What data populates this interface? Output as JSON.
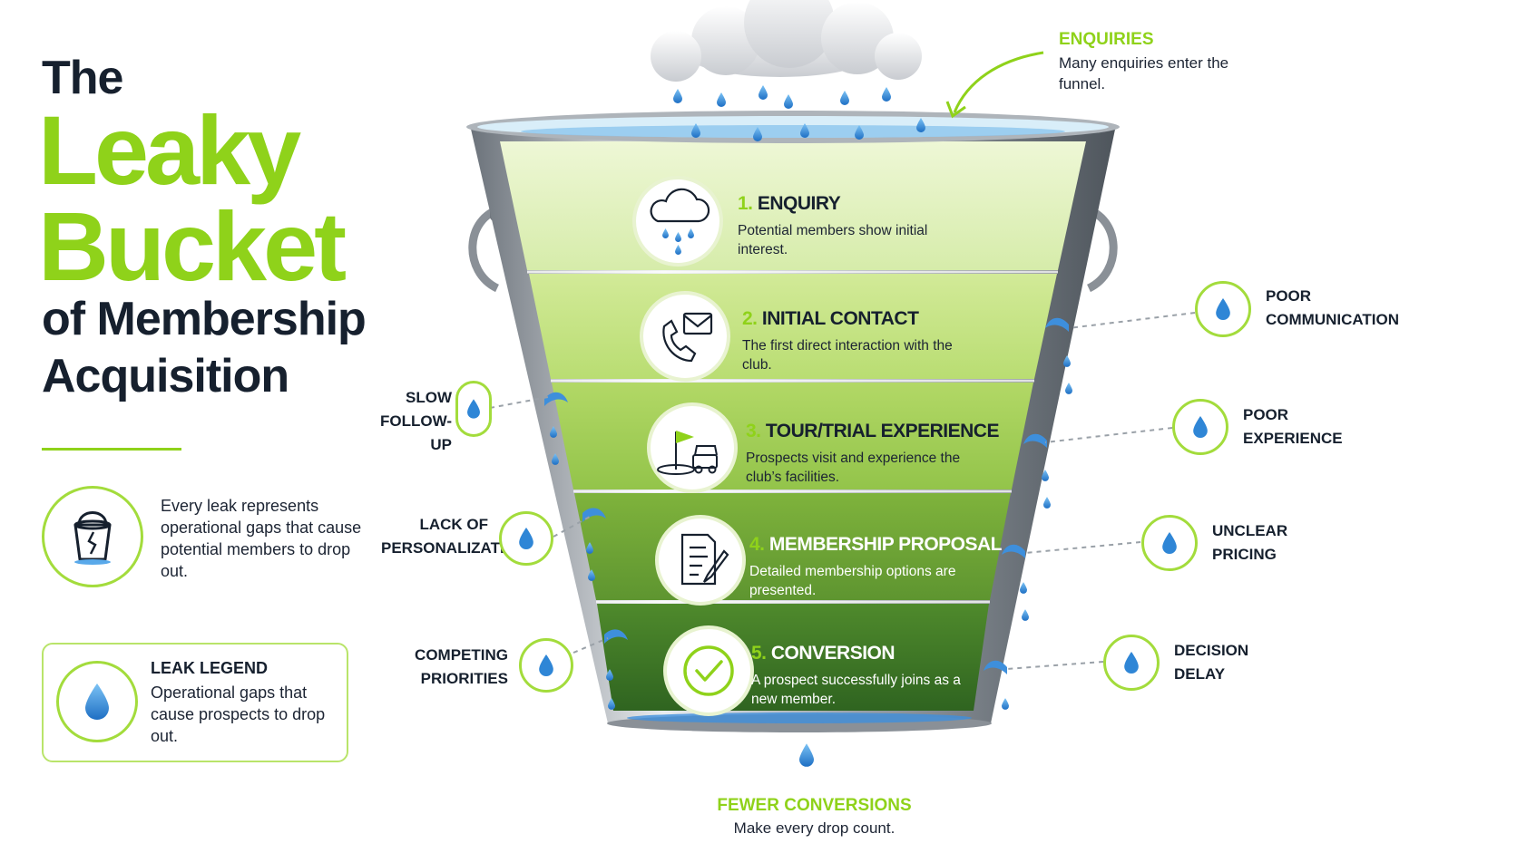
{
  "title": {
    "line1": "The",
    "line2": "Leaky",
    "line3": "Bucket",
    "line4": "of Membership",
    "line5": "Acquisition"
  },
  "info": {
    "text": "Every leak represents operational gaps that cause potential members to drop out."
  },
  "legend": {
    "title": "LEAK LEGEND",
    "text": "Operational gaps that cause prospects to drop out."
  },
  "enquiries": {
    "title": "ENQUIRIES",
    "text": "Many enquiries enter the funnel."
  },
  "stages": [
    {
      "num": "1.",
      "title": "ENQUIRY",
      "desc": "Potential members show initial interest.",
      "icon": "cloud-rain-icon"
    },
    {
      "num": "2.",
      "title": "INITIAL CONTACT",
      "desc": "The first direct interaction with the club.",
      "icon": "phone-mail-icon"
    },
    {
      "num": "3.",
      "title": "TOUR/TRIAL EXPERIENCE",
      "desc": "Prospects visit and experience the club’s facilities.",
      "icon": "golf-cart-icon"
    },
    {
      "num": "4.",
      "title": "MEMBERSHIP PROPOSAL",
      "desc": "Detailed membership options are presented.",
      "icon": "document-pen-icon"
    },
    {
      "num": "5.",
      "title": "CONVERSION",
      "desc": "A prospect successfully joins as a new member.",
      "icon": "checkmark-icon"
    }
  ],
  "leaks_left": [
    {
      "line1": "SLOW",
      "line2": "FOLLOW-UP"
    },
    {
      "line1": "LACK OF",
      "line2": "PERSONALIZATION"
    },
    {
      "line1": "COMPETING",
      "line2": "PRIORITIES"
    }
  ],
  "leaks_right": [
    {
      "line1": "POOR",
      "line2": "COMMUNICATION"
    },
    {
      "line1": "POOR",
      "line2": "EXPERIENCE"
    },
    {
      "line1": "UNCLEAR",
      "line2": "PRICING"
    },
    {
      "line1": "DECISION",
      "line2": "DELAY"
    }
  ],
  "fewer": {
    "title": "FEWER CONVERSIONS",
    "text": "Make every drop count."
  },
  "colors": {
    "accent": "#8fd21a",
    "dark": "#16202e",
    "water": "#2f86d6"
  }
}
